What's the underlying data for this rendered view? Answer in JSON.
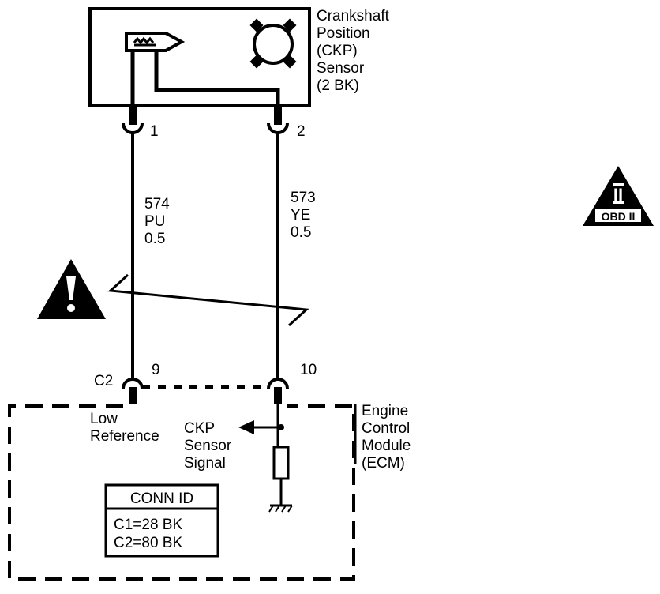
{
  "sensor": {
    "name_lines": [
      "Crankshaft",
      "Position",
      "(CKP)",
      "Sensor",
      "(2 BK)"
    ],
    "icon": "sensor-symbol-icon"
  },
  "pins": {
    "sensor_pin1": "1",
    "sensor_pin2": "2",
    "ecm_connector": "C2",
    "ecm_pin9": "9",
    "ecm_pin10": "10"
  },
  "wires": [
    {
      "circuit": "574",
      "color": "PU",
      "size": "0.5"
    },
    {
      "circuit": "573",
      "color": "YE",
      "size": "0.5"
    }
  ],
  "ecm": {
    "name_lines": [
      "Engine",
      "Control",
      "Module",
      "(ECM)"
    ],
    "low_reference_lines": [
      "Low",
      "Reference"
    ],
    "signal_lines": [
      "CKP",
      "Sensor",
      "Signal"
    ]
  },
  "conn_id": {
    "title": "CONN ID",
    "rows": [
      "C1=28 BK",
      "C2=80 BK"
    ]
  },
  "badges": {
    "obd_numeral": "II",
    "obd_text": "OBD II",
    "warning_icon": "caution-triangle-icon"
  }
}
